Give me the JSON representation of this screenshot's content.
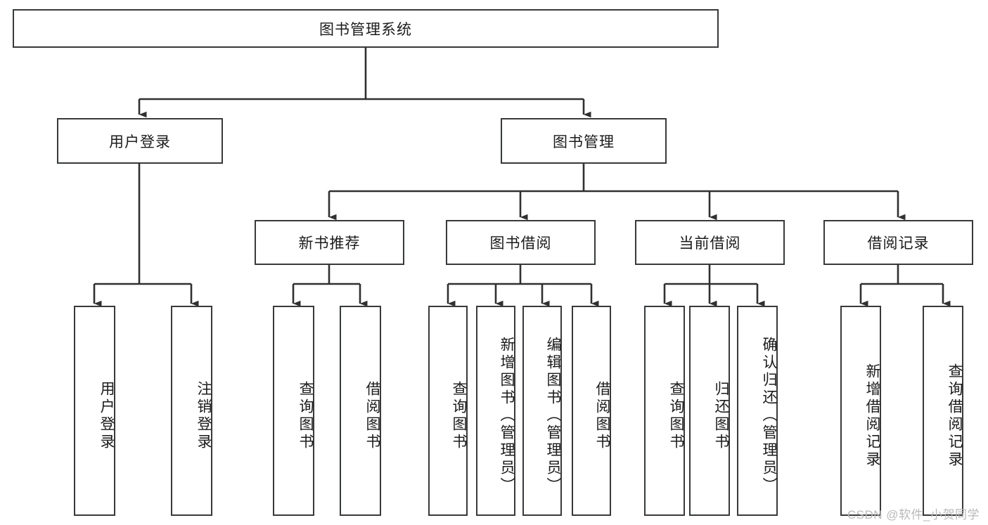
{
  "diagram": {
    "title": "图书管理系统",
    "type": "tree-hierarchy",
    "watermark": "CSDN @软件_小贺同学",
    "colors": {
      "border": "#38393b",
      "background": "#ffffff",
      "text": "#1b1b1b",
      "connector": "#303030",
      "watermark": "#b9b9b9"
    },
    "nodes": {
      "root": {
        "label": "图书管理系统",
        "level": 1,
        "orientation": "horizontal"
      },
      "l2": [
        {
          "id": "user-login",
          "label": "用户登录",
          "level": 2,
          "orientation": "horizontal"
        },
        {
          "id": "book-manage",
          "label": "图书管理",
          "level": 2,
          "orientation": "horizontal"
        }
      ],
      "l3": [
        {
          "id": "new-book-recommend",
          "label": "新书推荐",
          "level": 3,
          "orientation": "horizontal"
        },
        {
          "id": "book-borrow",
          "label": "图书借阅",
          "level": 3,
          "orientation": "horizontal"
        },
        {
          "id": "current-borrow",
          "label": "当前借阅",
          "level": 3,
          "orientation": "horizontal"
        },
        {
          "id": "borrow-record",
          "label": "借阅记录",
          "level": 3,
          "orientation": "horizontal"
        }
      ],
      "leaves": [
        {
          "id": "leaf-user-login",
          "label": "用户登录",
          "parent": "user-login",
          "orientation": "vertical"
        },
        {
          "id": "leaf-logout",
          "label": "注销登录",
          "parent": "user-login",
          "orientation": "vertical"
        },
        {
          "id": "leaf-query-book-1",
          "label": "查询图书",
          "parent": "new-book-recommend",
          "orientation": "vertical"
        },
        {
          "id": "leaf-borrow-book-1",
          "label": "借阅图书",
          "parent": "new-book-recommend",
          "orientation": "vertical"
        },
        {
          "id": "leaf-query-book-2",
          "label": "查询图书",
          "parent": "book-borrow",
          "orientation": "vertical"
        },
        {
          "id": "leaf-add-book",
          "label": "新增图书（管理员）",
          "parent": "book-borrow",
          "orientation": "vertical"
        },
        {
          "id": "leaf-edit-book",
          "label": "编辑图书（管理员）",
          "parent": "book-borrow",
          "orientation": "vertical"
        },
        {
          "id": "leaf-borrow-book-2",
          "label": "借阅图书",
          "parent": "book-borrow",
          "orientation": "vertical"
        },
        {
          "id": "leaf-query-book-3",
          "label": "查询图书",
          "parent": "current-borrow",
          "orientation": "vertical"
        },
        {
          "id": "leaf-return-book",
          "label": "归还图书",
          "parent": "current-borrow",
          "orientation": "vertical"
        },
        {
          "id": "leaf-confirm-return",
          "label": "确认归还（管理员）",
          "parent": "current-borrow",
          "orientation": "vertical"
        },
        {
          "id": "leaf-add-record",
          "label": "新增借阅记录",
          "parent": "borrow-record",
          "orientation": "vertical"
        },
        {
          "id": "leaf-query-record",
          "label": "查询借阅记录",
          "parent": "borrow-record",
          "orientation": "vertical"
        }
      ]
    }
  }
}
